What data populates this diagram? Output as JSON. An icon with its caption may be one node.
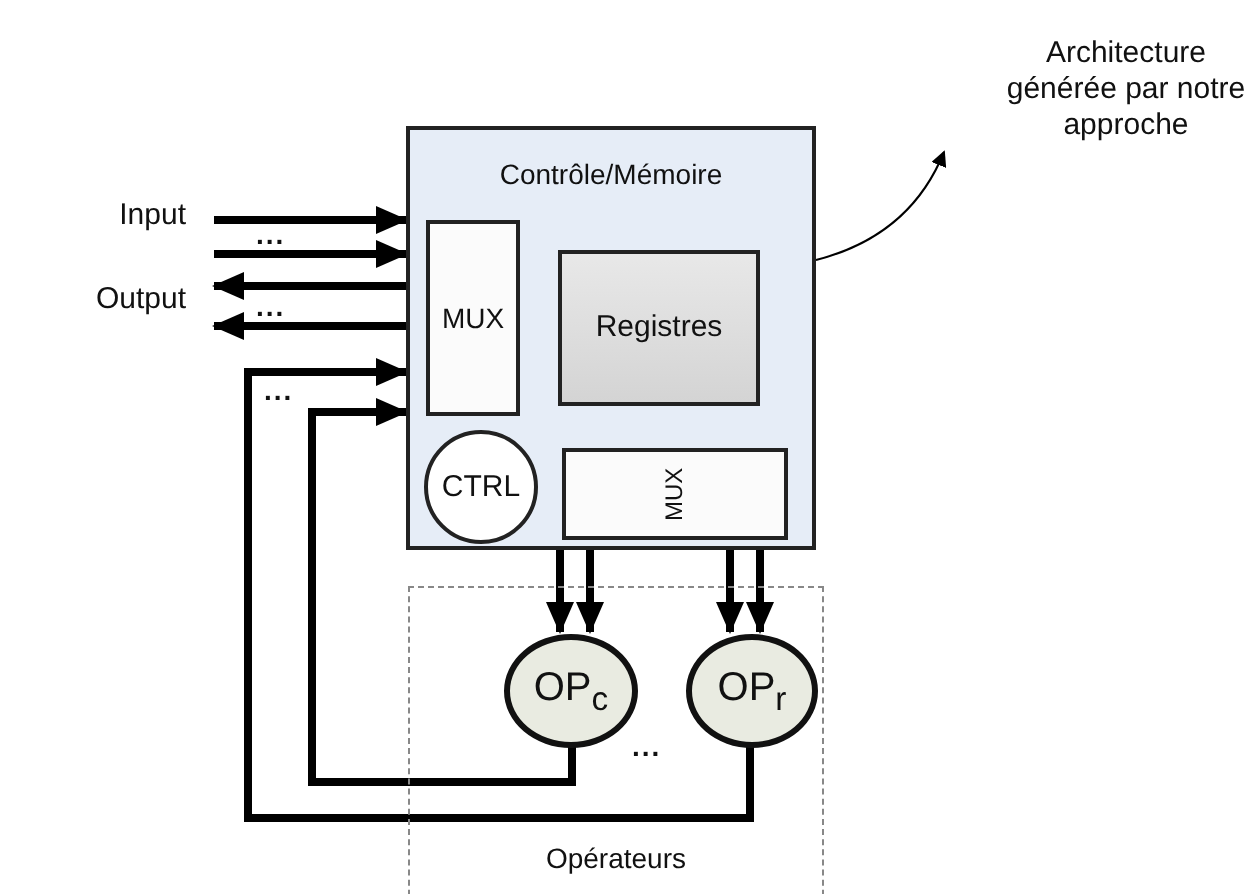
{
  "diagram": {
    "nodes": [
      {
        "text": [
          "Contrôle/Mémoire"
        ]
      },
      {
        "text": [
          "MUX"
        ],
        "in": 0
      },
      {
        "text": [
          "Registres"
        ],
        "in": 0
      },
      {
        "text": [
          "CTRL"
        ],
        "in": 0
      },
      {
        "text": [
          "MUX"
        ],
        "in": 0
      },
      {
        "text": [
          "Opérateurs"
        ]
      },
      {
        "text": [
          "OP$_{c}$"
        ],
        "in": 5
      },
      {
        "text": [
          "OP$_{r}$"
        ],
        "in": 5
      },
      {
        "text": [
          "Input"
        ]
      },
      {
        "text": [
          "Output"
        ]
      },
      {
        "text": [
          "Architecture générée par notre approche"
        ]
      }
    ],
    "edges": [
      {
        "from": 8,
        "to": 0,
        "arrow": "to"
      },
      {
        "from": 8,
        "to": 0,
        "arrow": "to"
      },
      {
        "from": 0,
        "to": 9,
        "arrow": "to"
      },
      {
        "from": 0,
        "to": 9,
        "arrow": "to"
      },
      {
        "from": 0,
        "to": 6,
        "arrow": "to"
      },
      {
        "from": 0,
        "to": 6,
        "arrow": "to"
      },
      {
        "from": 0,
        "to": 7,
        "arrow": "to"
      },
      {
        "from": 0,
        "to": 7,
        "arrow": "to"
      },
      {
        "from": 6,
        "to": 0,
        "arrow": "to"
      },
      {
        "from": 7,
        "to": 0,
        "arrow": "to"
      },
      {
        "from": 0,
        "to": 10,
        "arrow": "to"
      }
    ],
    "labels": [
      "...",
      "...",
      "...",
      "..."
    ]
  }
}
